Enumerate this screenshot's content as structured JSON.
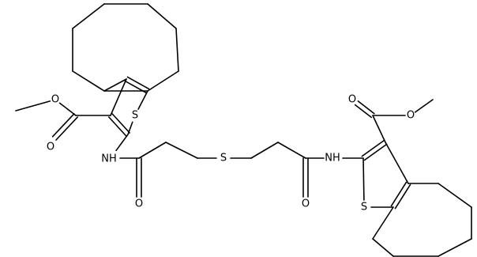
{
  "structure": {
    "atoms": [
      {
        "id": "S1",
        "label": "S"
      },
      {
        "id": "O1",
        "label": "O"
      },
      {
        "id": "O2",
        "label": "O"
      },
      {
        "id": "NH1",
        "label": "NH"
      },
      {
        "id": "O3",
        "label": "O"
      },
      {
        "id": "S2",
        "label": "S"
      },
      {
        "id": "O4",
        "label": "O"
      },
      {
        "id": "NH2",
        "label": "NH"
      },
      {
        "id": "O5",
        "label": "O"
      },
      {
        "id": "O6",
        "label": "O"
      },
      {
        "id": "S3",
        "label": "S"
      }
    ]
  }
}
